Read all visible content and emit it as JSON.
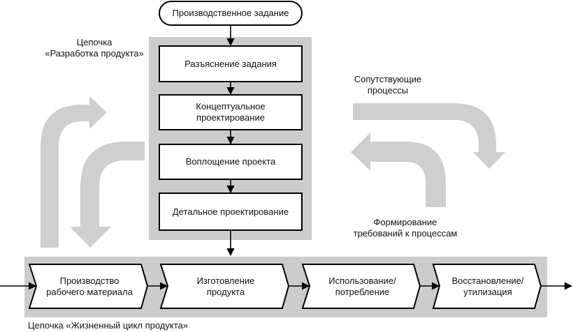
{
  "colors": {
    "panel_fill": "#cccccc",
    "arrow_fill": "#cfcfcf",
    "box_fill": "#ffffff",
    "stroke": "#000000"
  },
  "start_node": {
    "label": "Производственное задание"
  },
  "development_chain": {
    "title_line1": "Цепочка",
    "title_line2": "«Разработка продукта»",
    "steps": [
      {
        "line1": "Разъяснение задания",
        "line2": ""
      },
      {
        "line1": "Концептуальное",
        "line2": "проектирование"
      },
      {
        "line1": "Воплощение проекта",
        "line2": ""
      },
      {
        "line1": "Детальное проектирование",
        "line2": ""
      }
    ]
  },
  "lifecycle_chain": {
    "title": "Цепочка «Жизненный цикл продукта»",
    "steps": [
      {
        "line1": "Производство",
        "line2": "рабочего материала"
      },
      {
        "line1": "Изготовление",
        "line2": "продукта"
      },
      {
        "line1": "Использование/",
        "line2": "потребление"
      },
      {
        "line1": "Восстановление/",
        "line2": "утилизация"
      }
    ]
  },
  "side_labels": {
    "accompanying_line1": "Сопутствующие",
    "accompanying_line2": "процессы",
    "requirements_line1": "Формирование",
    "requirements_line2": "требований к процессам"
  }
}
